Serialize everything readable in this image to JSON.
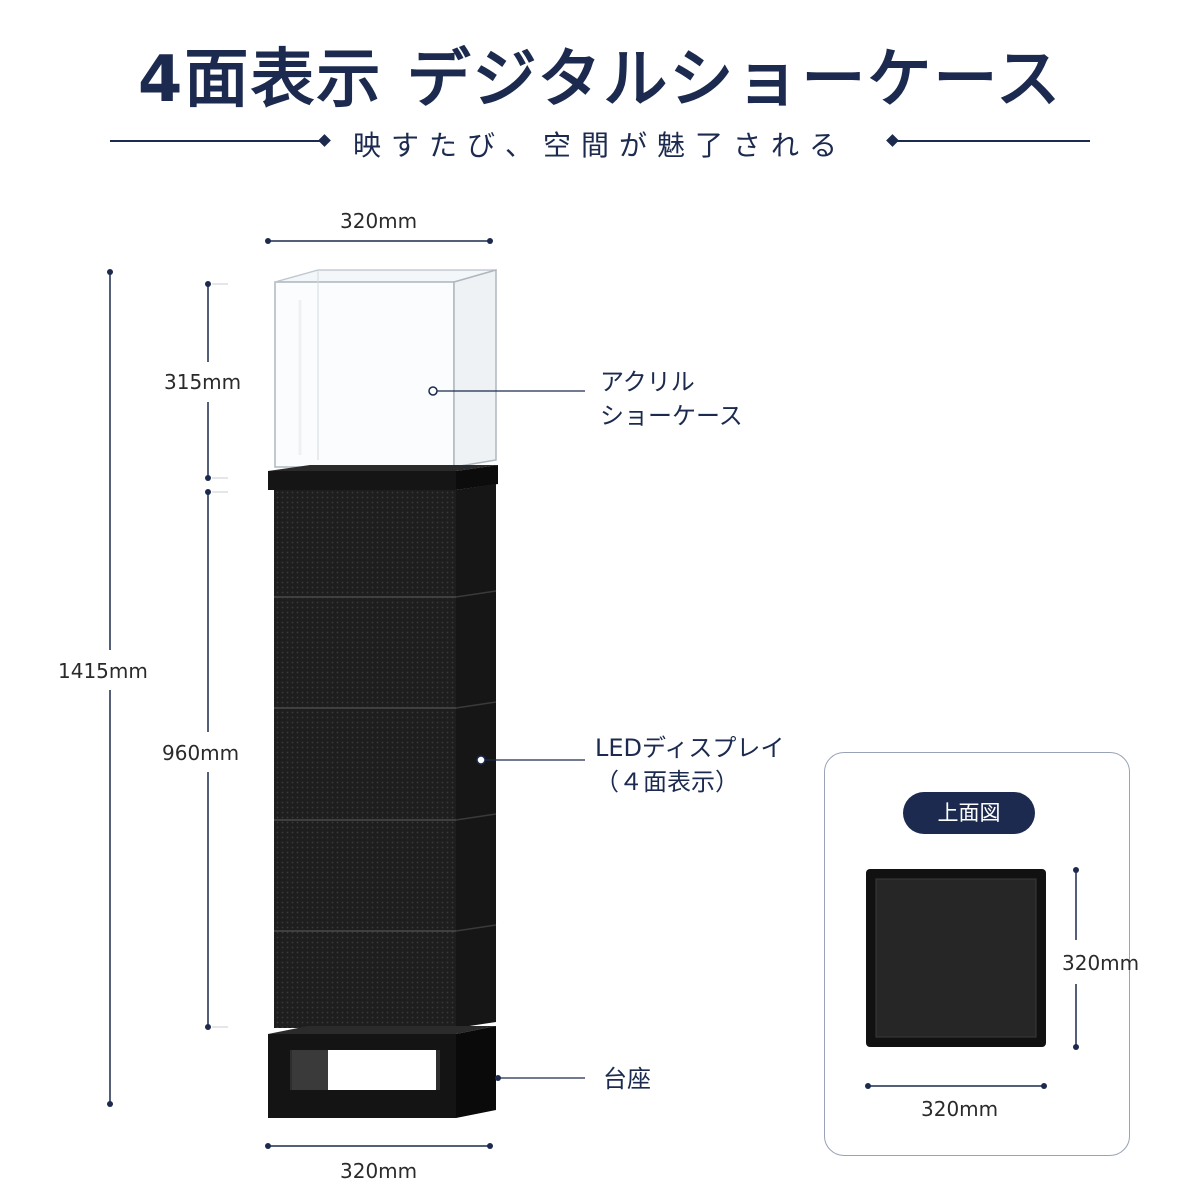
{
  "header": {
    "title": "4面表示 デジタルショーケース",
    "subtitle": "映すたび、空間が魅了される"
  },
  "dimensions": {
    "top_width": "320mm",
    "total_height": "1415mm",
    "case_height": "315mm",
    "display_height": "960mm",
    "bottom_width": "320mm"
  },
  "callouts": {
    "acrylic_line1": "アクリル",
    "acrylic_line2": "ショーケース",
    "led_line1": "LEDディスプレイ",
    "led_line2": "（４面表示）",
    "base": "台座"
  },
  "top_view": {
    "badge": "上面図",
    "height_label": "320mm",
    "width_label": "320mm"
  },
  "colors": {
    "navy": "#1b2a4e",
    "panel": "#262626",
    "frame": "#111111"
  }
}
